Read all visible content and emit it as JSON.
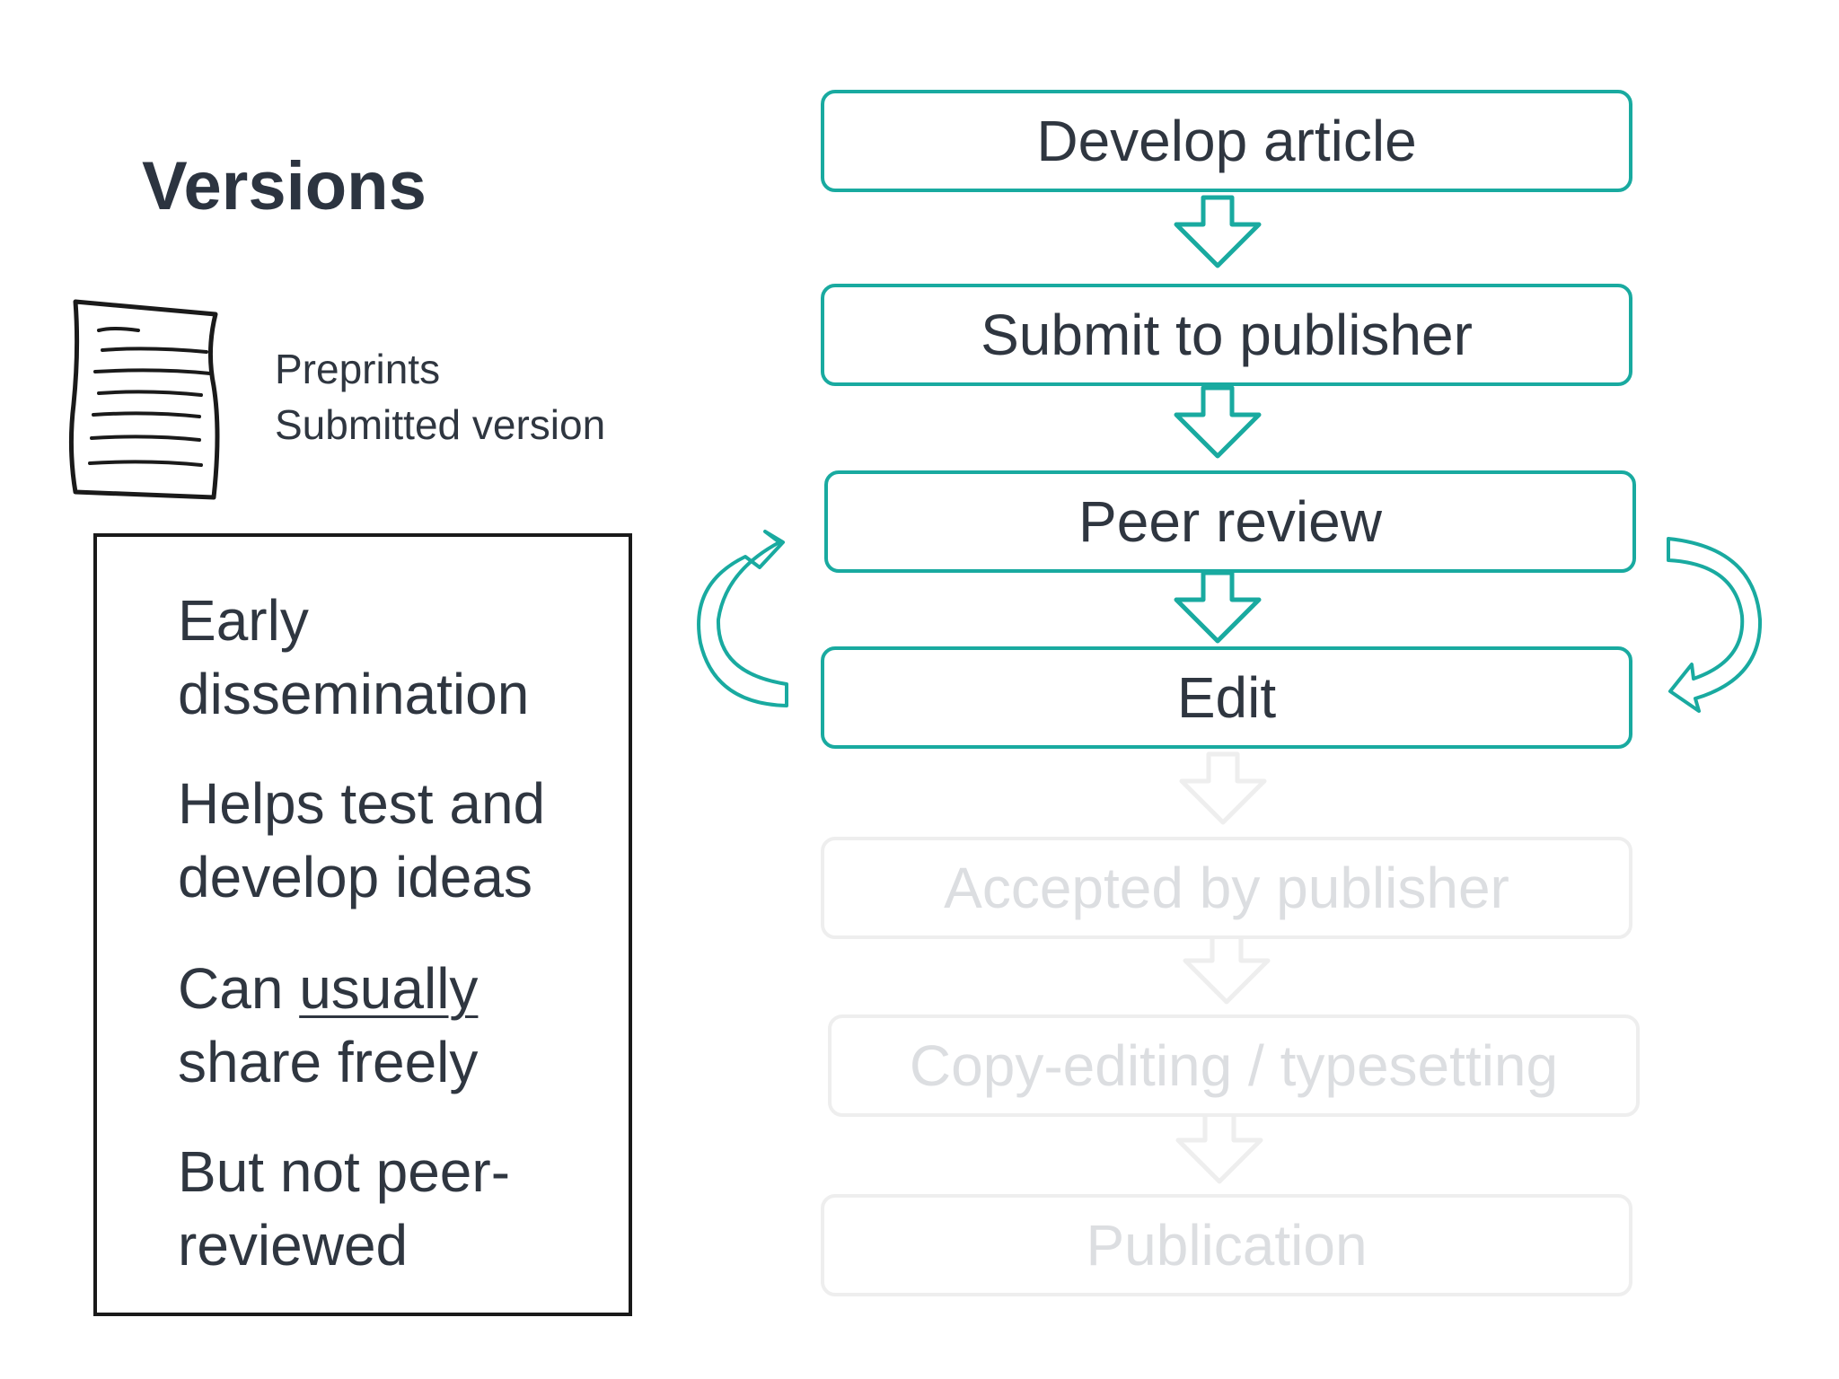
{
  "title": "Versions",
  "doc_labels": [
    "Preprints",
    "Submitted version"
  ],
  "points": [
    {
      "lines": [
        "Early",
        "dissemination"
      ]
    },
    {
      "lines": [
        "Helps test and",
        "develop ideas"
      ]
    },
    {
      "pre": "Can ",
      "underline": "usually",
      "post": "share freely"
    },
    {
      "lines": [
        "But not peer-",
        "reviewed"
      ]
    }
  ],
  "steps": [
    {
      "label": "Develop article",
      "active": true
    },
    {
      "label": "Submit to publisher",
      "active": true
    },
    {
      "label": "Peer review",
      "active": true
    },
    {
      "label": "Edit",
      "active": true
    },
    {
      "label": "Accepted by publisher",
      "active": false
    },
    {
      "label": "Copy-editing / typesetting",
      "active": false
    },
    {
      "label": "Publication",
      "active": false
    }
  ],
  "colors": {
    "accent": "#19aaa0",
    "faded": "#eeeeee",
    "text": "#2f3640"
  },
  "icons": [
    "document-icon",
    "down-arrow-icon",
    "cycle-arrow-left-icon",
    "cycle-arrow-right-icon"
  ]
}
